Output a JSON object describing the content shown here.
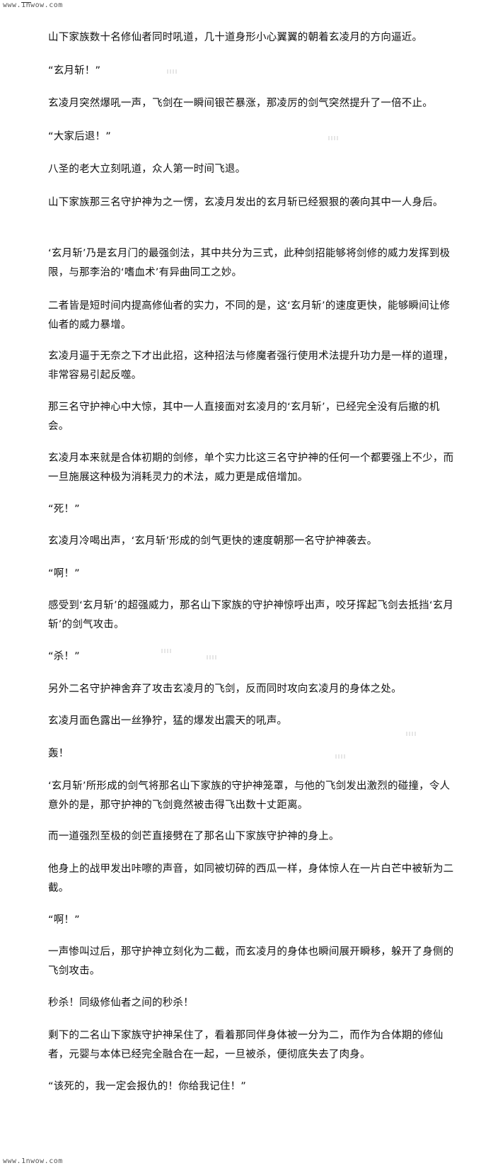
{
  "watermark": {
    "top": "www.1nwow.com",
    "bottom": "www.1nwow.com"
  },
  "paragraphs": [
    "山下家族数十名修仙者同时吼道，几十道身形小心翼翼的朝着玄凌月的方向逼近。",
    "“玄月斩！”",
    "玄凌月突然爆吼一声，飞剑在一瞬间银芒暴涨，那凌厉的剑气突然提升了一倍不止。",
    "“大家后退！”",
    "八圣的老大立刻吼道，众人第一时间飞退。",
    "山下家族那三名守护神为之一愣，玄凌月发出的玄月斩已经狠狠的袭向其中一人身后。",
    "‘玄月斩’乃是玄月门的最强剑法，其中共分为三式，此种剑招能够将剑修的威力发挥到极限，与那李治的‘嗜血术’有异曲同工之妙。",
    "二者皆是短时间内提高修仙者的实力，不同的是，这‘玄月斩’的速度更快，能够瞬间让修仙者的威力暴增。",
    "玄凌月逼于无奈之下才出此招，这种招法与修魔者强行使用术法提升功力是一样的道理，非常容易引起反噬。",
    "那三名守护神心中大惊，其中一人直接面对玄凌月的‘玄月斩’，已经完全没有后撤的机会。",
    "玄凌月本来就是合体初期的剑修，单个实力比这三名守护神的任何一个都要强上不少，而一旦施展这种极为消耗灵力的术法，威力更是成倍增加。",
    "“死！”",
    "玄凌月冷喝出声，‘玄月斩’形成的剑气更快的速度朝那一名守护神袭去。",
    "“啊！”",
    "感受到‘玄月斩’的超强威力，那名山下家族的守护神惊呼出声，咬牙挥起飞剑去抵挡‘玄月斩’的剑气攻击。",
    "“杀！”",
    "另外二名守护神舍弃了攻击玄凌月的飞剑，反而同时攻向玄凌月的身体之处。",
    "玄凌月面色露出一丝狰狞，猛的爆发出震天的吼声。",
    "轰！",
    "‘玄月斩’所形成的剑气将那名山下家族的守护神笼罩，与他的飞剑发出激烈的碰撞，令人意外的是，那守护神的飞剑竟然被击得飞出数十丈距离。",
    "而一道强烈至极的剑芒直接劈在了那名山下家族守护神的身上。",
    "他身上的战甲发出咔嚓的声音，如同被切碎的西瓜一样，身体惊人在一片白芒中被斩为二截。",
    "“啊！”",
    "一声惨叫过后，那守护神立刻化为二截，而玄凌月的身体也瞬间展开瞬移，躲开了身侧的飞剑攻击。",
    "秒杀！同级修仙者之间的秒杀！",
    "剩下的二名山下家族守护神呆住了，看着那同伴身体被一分为二，而作为合体期的修仙者，元婴与本体已经完全融合在一起，一旦被杀，便彻底失去了肉身。",
    "“该死的，我一定会报仇的！你给我记住！”"
  ]
}
